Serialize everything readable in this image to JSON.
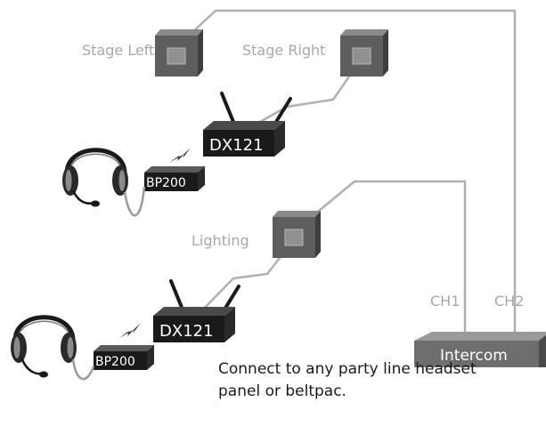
{
  "labels": {
    "stage_left": "Stage Left",
    "stage_right": "Stage Right",
    "lighting": "Lighting",
    "dx_top": "DX121",
    "dx_bottom": "DX121",
    "bp_top": "BP200",
    "bp_bottom": "BP200",
    "ch1": "CH1",
    "ch2": "CH2",
    "intercom": "Intercom"
  },
  "caption": "Connect to any party line headset panel or beltpac.",
  "colors": {
    "wire": "#b0b0b0",
    "panel": "#5e5e5e",
    "device": "#1a1a1a",
    "intercom": "#6e6e6e",
    "label_gray": "#a8a8a8"
  }
}
